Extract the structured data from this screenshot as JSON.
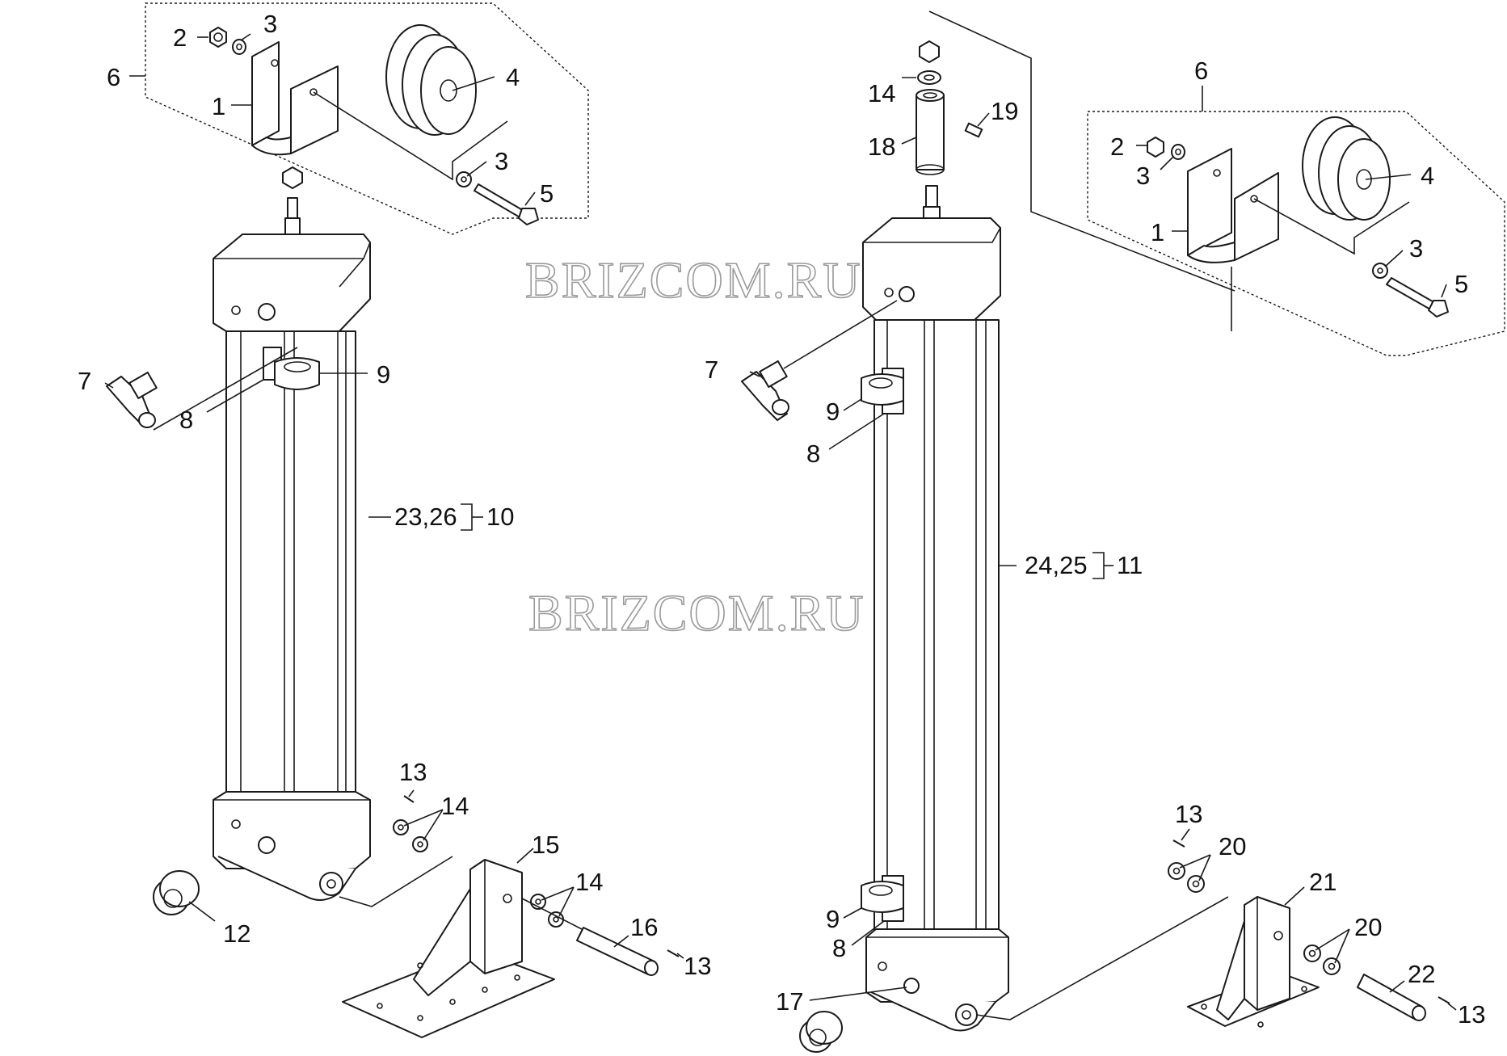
{
  "watermark": {
    "text": "BRIZCOM.RU"
  },
  "labels": {
    "l6a": "6",
    "l2a": "2",
    "l3a": "3",
    "l1a": "1",
    "l4a": "4",
    "l3b": "3",
    "l5a": "5",
    "l7a": "7",
    "l8a": "8",
    "l9a": "9",
    "l10": "23,26",
    "l10r": "10",
    "l13a": "13",
    "l14a": "14",
    "l15": "15",
    "l14b": "14",
    "l16": "16",
    "l13b": "13",
    "l12": "12",
    "l14c": "14",
    "l18": "18",
    "l19": "19",
    "l6b": "6",
    "l2b": "2",
    "l3c": "3",
    "l1b": "1",
    "l4b": "4",
    "l3d": "3",
    "l5b": "5",
    "l7b": "7",
    "l9b": "9",
    "l8b": "8",
    "l11": "24,25",
    "l11r": "11",
    "l9c": "9",
    "l8c": "8",
    "l17": "17",
    "l13c": "13",
    "l20a": "20",
    "l21": "21",
    "l20b": "20",
    "l22": "22",
    "l13d": "13"
  },
  "colors": {
    "line": "#1a1a1a",
    "background": "#ffffff",
    "watermark_outline": "#9a9a9a"
  }
}
